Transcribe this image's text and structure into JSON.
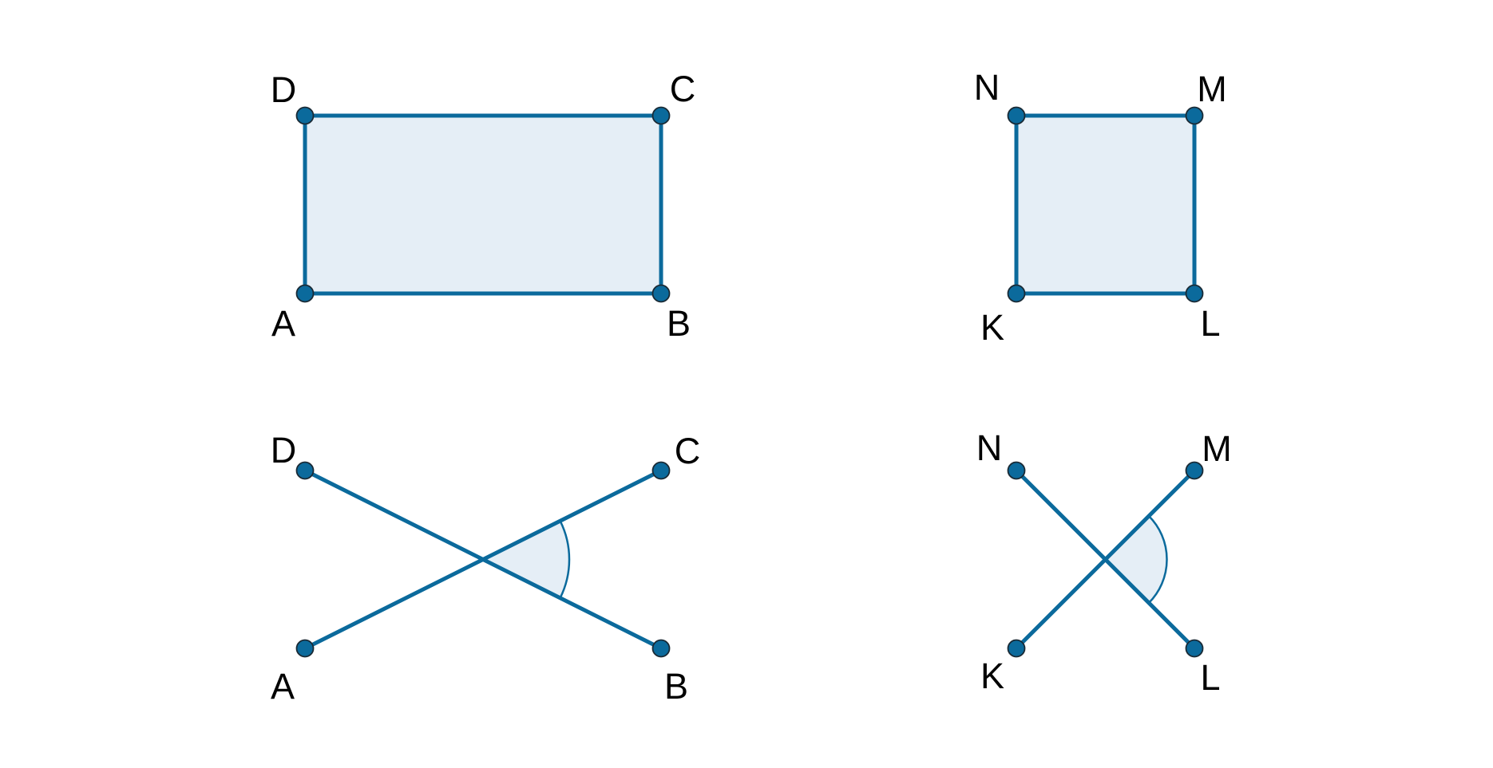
{
  "colors": {
    "line": "#0b6a9c",
    "fill": "#e5eef6",
    "point_stroke": "#1a2a35"
  },
  "figures": {
    "rectangle": {
      "labels": {
        "A": "A",
        "B": "B",
        "C": "C",
        "D": "D"
      }
    },
    "square": {
      "labels": {
        "K": "K",
        "L": "L",
        "M": "M",
        "N": "N"
      }
    },
    "rectangle_diagonals": {
      "labels": {
        "A": "A",
        "B": "B",
        "C": "C",
        "D": "D"
      }
    },
    "square_diagonals": {
      "labels": {
        "K": "K",
        "L": "L",
        "M": "M",
        "N": "N"
      }
    }
  }
}
